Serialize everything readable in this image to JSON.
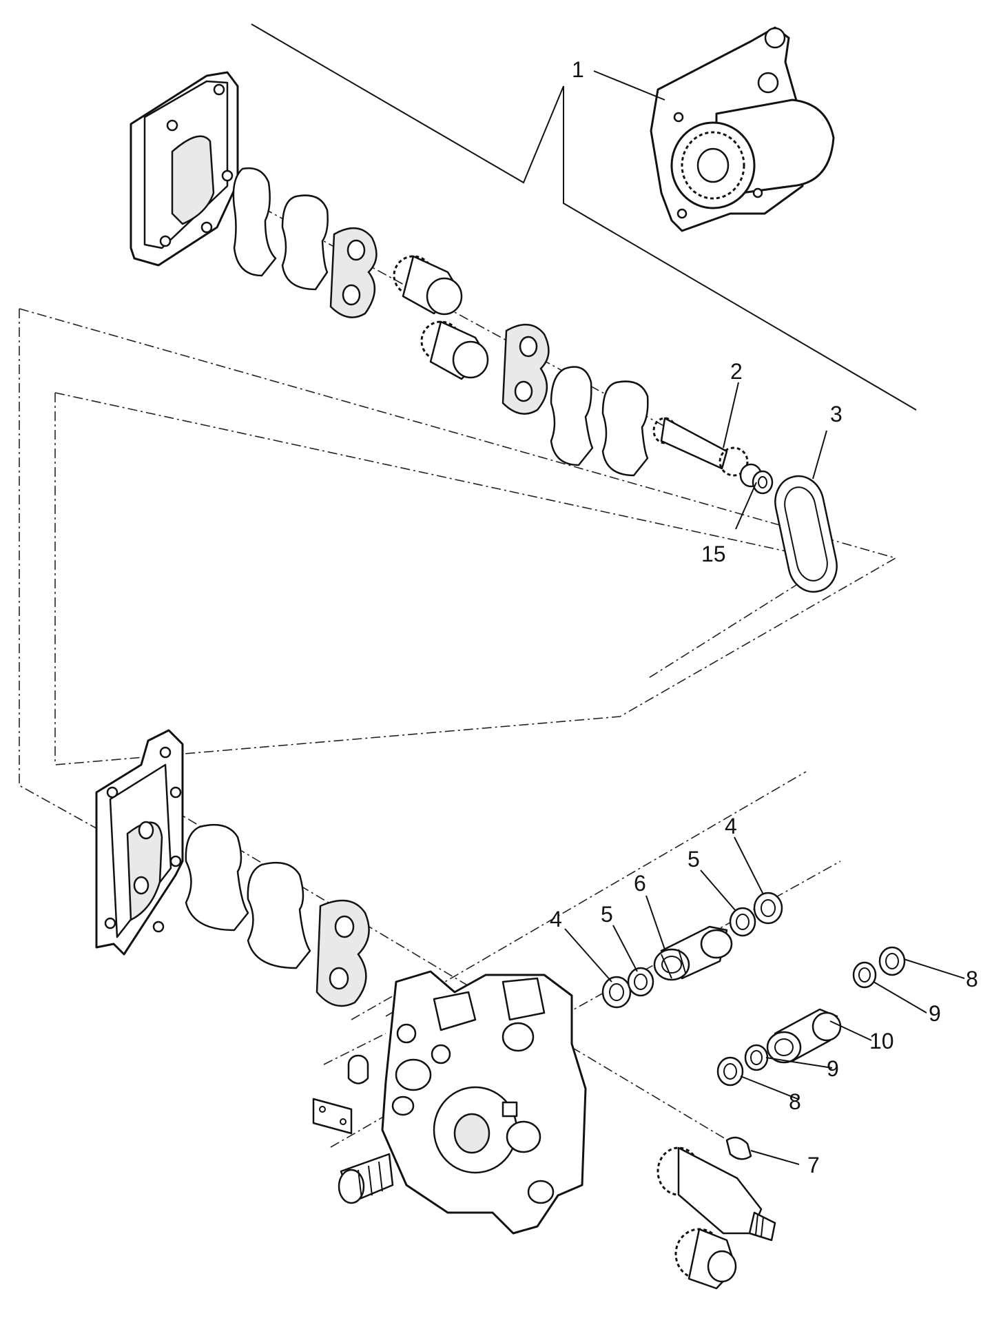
{
  "figure": {
    "type": "exploded-parts-diagram",
    "accent_color": "#111111",
    "background_color": "#ffffff",
    "callouts": [
      {
        "id": "c1",
        "label": "1"
      },
      {
        "id": "c2",
        "label": "2"
      },
      {
        "id": "c3",
        "label": "3"
      },
      {
        "id": "c15",
        "label": "15"
      },
      {
        "id": "c4a",
        "label": "4"
      },
      {
        "id": "c5a",
        "label": "5"
      },
      {
        "id": "c6",
        "label": "6"
      },
      {
        "id": "c5b",
        "label": "5"
      },
      {
        "id": "c4b",
        "label": "4"
      },
      {
        "id": "c8a",
        "label": "8"
      },
      {
        "id": "c9a",
        "label": "9"
      },
      {
        "id": "c10",
        "label": "10"
      },
      {
        "id": "c9b",
        "label": "9"
      },
      {
        "id": "c8b",
        "label": "8"
      },
      {
        "id": "c7",
        "label": "7"
      }
    ]
  }
}
